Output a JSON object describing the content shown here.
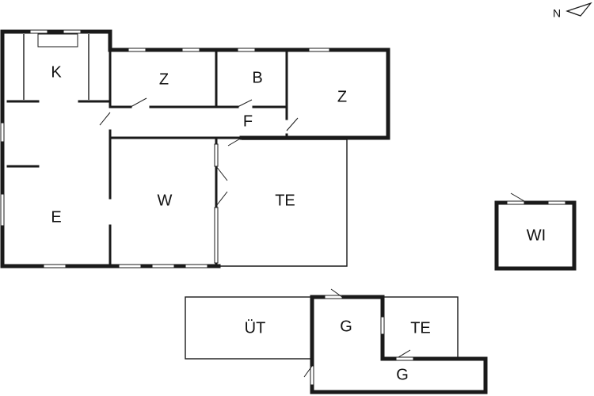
{
  "compass": {
    "label": "N",
    "icon": "north-arrow-icon"
  },
  "rooms": {
    "kitchen": "K",
    "bedroom_1": "Z",
    "bathroom": "B",
    "bedroom_2": "Z",
    "hall": "F",
    "living_room": "W",
    "dining_area": "E",
    "terrace_main": "TE",
    "annex_wi": "WI",
    "covered_area": "ÜT",
    "garage_small": "G",
    "terrace_annex": "TE",
    "garage_long": "G"
  },
  "colors": {
    "wall": "#1a1a1a",
    "background": "#ffffff"
  }
}
